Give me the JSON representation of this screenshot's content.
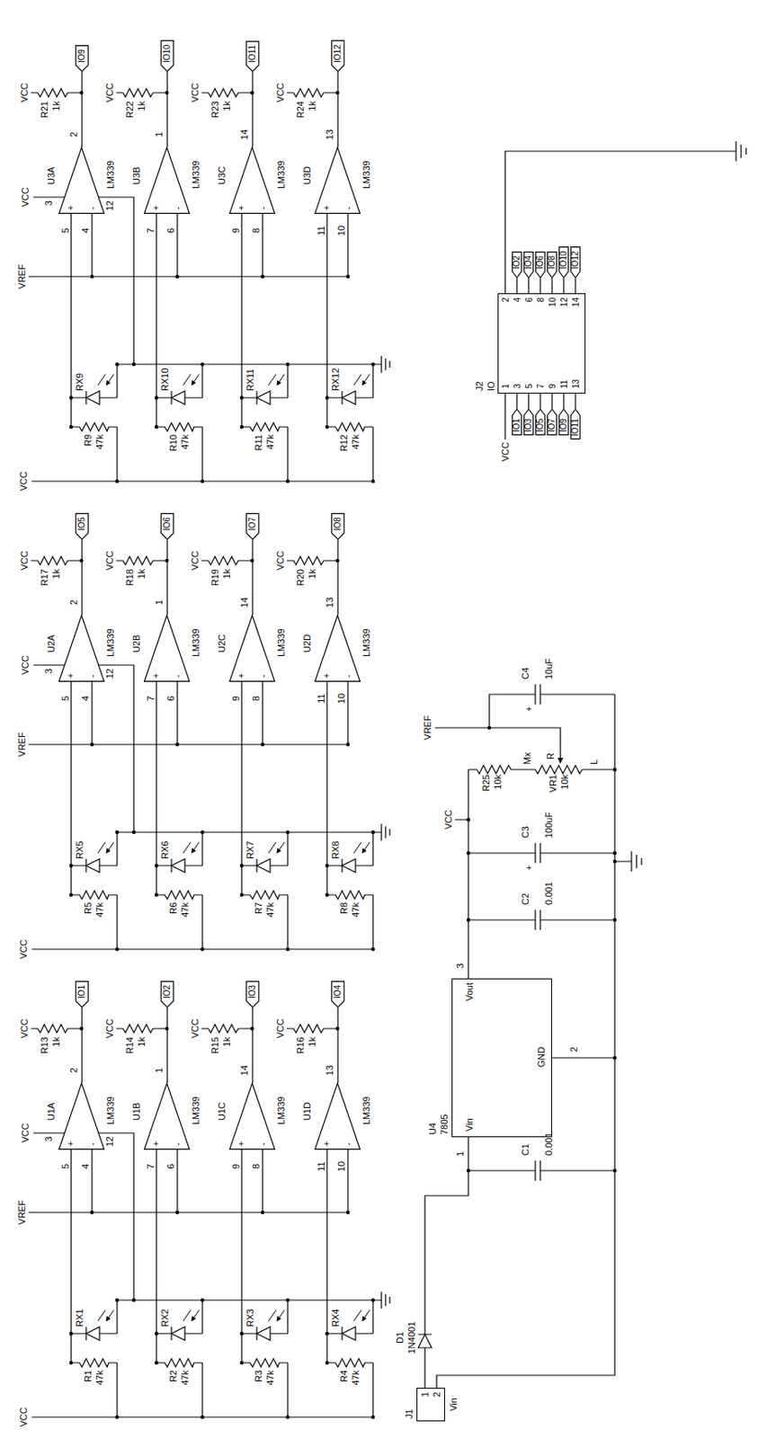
{
  "diagram": {
    "nodes": [
      {
        "text": [
          "U1A",
          "+",
          "-",
          "LM339"
        ]
      },
      {
        "text": [
          "IO1"
        ]
      },
      {
        "text": [
          "U1B",
          "+",
          "-",
          "LM339"
        ]
      },
      {
        "text": [
          "IO2"
        ]
      },
      {
        "text": [
          "U1C",
          "+",
          "-",
          "LM339"
        ]
      },
      {
        "text": [
          "IO3"
        ]
      },
      {
        "text": [
          "U1D",
          "+",
          "-",
          "LM339"
        ]
      },
      {
        "text": [
          "IO4"
        ]
      },
      {
        "text": [
          "U2A",
          "+",
          "-",
          "LM339"
        ]
      },
      {
        "text": [
          "IO5"
        ]
      },
      {
        "text": [
          "U2B",
          "+",
          "-",
          "LM339"
        ]
      },
      {
        "text": [
          "IO6"
        ]
      },
      {
        "text": [
          "U2C",
          "+",
          "-",
          "LM339"
        ]
      },
      {
        "text": [
          "IO7"
        ]
      },
      {
        "text": [
          "U2D",
          "+",
          "-",
          "LM339"
        ]
      },
      {
        "text": [
          "IO8"
        ]
      },
      {
        "text": [
          "U3A",
          "+",
          "-",
          "LM339"
        ]
      },
      {
        "text": [
          "IO9"
        ]
      },
      {
        "text": [
          "U3B",
          "+",
          "-",
          "LM339"
        ]
      },
      {
        "text": [
          "IO10"
        ]
      },
      {
        "text": [
          "U3C",
          "+",
          "-",
          "LM339"
        ]
      },
      {
        "text": [
          "IO11"
        ]
      },
      {
        "text": [
          "U3D",
          "+",
          "-",
          "LM339"
        ]
      },
      {
        "text": [
          "IO12"
        ]
      },
      {
        "text": [
          "J1",
          "1",
          "2"
        ]
      },
      {
        "text": [
          "U4",
          "7805",
          "Vin",
          "Vout",
          "GND"
        ]
      },
      {
        "text": [
          "J2",
          "IO",
          "1",
          "2",
          "3",
          "4",
          "5",
          "6",
          "7",
          "8",
          "9",
          "10",
          "11",
          "12",
          "13",
          "14"
        ]
      },
      {
        "text": [
          "IO1"
        ]
      },
      {
        "text": [
          "IO2"
        ]
      },
      {
        "text": [
          "IO3"
        ]
      },
      {
        "text": [
          "IO4"
        ]
      },
      {
        "text": [
          "IO5"
        ]
      },
      {
        "text": [
          "IO6"
        ]
      },
      {
        "text": [
          "IO7"
        ]
      },
      {
        "text": [
          "IO8"
        ]
      },
      {
        "text": [
          "IO9"
        ]
      },
      {
        "text": [
          "IO10"
        ]
      },
      {
        "text": [
          "IO11"
        ]
      },
      {
        "text": [
          "IO12"
        ]
      }
    ],
    "edges": [
      {
        "from": 0,
        "to": 1,
        "arrow": "none"
      },
      {
        "from": 2,
        "to": 3,
        "arrow": "none"
      },
      {
        "from": 4,
        "to": 5,
        "arrow": "none"
      },
      {
        "from": 6,
        "to": 7,
        "arrow": "none"
      },
      {
        "from": 8,
        "to": 9,
        "arrow": "none"
      },
      {
        "from": 10,
        "to": 11,
        "arrow": "none"
      },
      {
        "from": 12,
        "to": 13,
        "arrow": "none"
      },
      {
        "from": 14,
        "to": 15,
        "arrow": "none"
      },
      {
        "from": 16,
        "to": 17,
        "arrow": "none"
      },
      {
        "from": 18,
        "to": 19,
        "arrow": "none"
      },
      {
        "from": 20,
        "to": 21,
        "arrow": "none"
      },
      {
        "from": 22,
        "to": 23,
        "arrow": "none"
      },
      {
        "from": 26,
        "to": 27,
        "arrow": "none"
      },
      {
        "from": 26,
        "to": 28,
        "arrow": "none"
      },
      {
        "from": 26,
        "to": 29,
        "arrow": "none"
      },
      {
        "from": 26,
        "to": 30,
        "arrow": "none"
      },
      {
        "from": 26,
        "to": 31,
        "arrow": "none"
      },
      {
        "from": 26,
        "to": 32,
        "arrow": "none"
      },
      {
        "from": 26,
        "to": 33,
        "arrow": "none"
      },
      {
        "from": 26,
        "to": 34,
        "arrow": "none"
      },
      {
        "from": 26,
        "to": 35,
        "arrow": "none"
      },
      {
        "from": 26,
        "to": 36,
        "arrow": "none"
      },
      {
        "from": 26,
        "to": 37,
        "arrow": "none"
      },
      {
        "from": 26,
        "to": 38,
        "arrow": "none"
      }
    ],
    "labels": [
      "VCC",
      "VREF",
      "VCC",
      "3",
      "12",
      "R1",
      "47k",
      "RX1",
      "5",
      "4",
      "2",
      "VCC",
      "R13",
      "1k",
      "R2",
      "47k",
      "RX2",
      "7",
      "6",
      "1",
      "VCC",
      "R14",
      "1k",
      "R3",
      "47k",
      "RX3",
      "9",
      "8",
      "14",
      "VCC",
      "R15",
      "1k",
      "R4",
      "47k",
      "RX4",
      "11",
      "10",
      "13",
      "VCC",
      "R16",
      "1k",
      "VCC",
      "VREF",
      "VCC",
      "3",
      "12",
      "R5",
      "47k",
      "RX5",
      "5",
      "4",
      "2",
      "VCC",
      "R17",
      "1k",
      "R6",
      "47k",
      "RX6",
      "7",
      "6",
      "1",
      "VCC",
      "R18",
      "1k",
      "R7",
      "47k",
      "RX7",
      "9",
      "8",
      "14",
      "VCC",
      "R19",
      "1k",
      "R8",
      "47k",
      "RX8",
      "11",
      "10",
      "13",
      "VCC",
      "R20",
      "1k",
      "VCC",
      "VREF",
      "VCC",
      "3",
      "12",
      "R9",
      "47k",
      "RX9",
      "5",
      "4",
      "2",
      "VCC",
      "R21",
      "1k",
      "R10",
      "47k",
      "RX10",
      "7",
      "6",
      "1",
      "VCC",
      "R22",
      "1k",
      "R11",
      "47k",
      "RX11",
      "9",
      "8",
      "14",
      "VCC",
      "R23",
      "1k",
      "R12",
      "47k",
      "RX12",
      "11",
      "10",
      "13",
      "VCC",
      "R24",
      "1k",
      "Vin",
      "D1",
      "1N4001",
      "1",
      "3",
      "2",
      "C1",
      "0.001",
      "C2",
      "0.001",
      "+",
      "C3",
      "100uF",
      "VCC",
      "R25",
      "10k",
      "VR1",
      "10k",
      "Mx",
      "R",
      "L",
      "VREF",
      "+",
      "C4",
      "10uF",
      "VCC"
    ]
  }
}
